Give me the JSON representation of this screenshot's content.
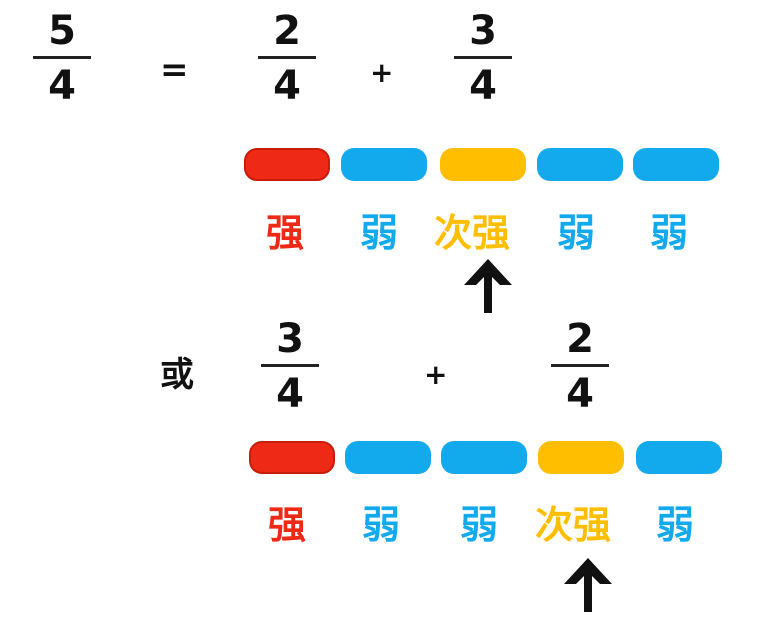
{
  "colors": {
    "strong": "#ee2a16",
    "weak": "#12aaed",
    "secondary_strong": "#ffbf00",
    "text": "#111111"
  },
  "row1": {
    "lhs": {
      "numerator": "5",
      "denominator": "4"
    },
    "equals": "=",
    "part1": {
      "numerator": "2",
      "denominator": "4"
    },
    "plus": "+",
    "part2": {
      "numerator": "3",
      "denominator": "4"
    },
    "beats": [
      {
        "type": "strong"
      },
      {
        "type": "weak"
      },
      {
        "type": "secondary_strong"
      },
      {
        "type": "weak"
      },
      {
        "type": "weak"
      }
    ],
    "labels": [
      "强",
      "弱",
      "次强",
      "弱",
      "弱"
    ]
  },
  "or_label": "或",
  "row2": {
    "part1": {
      "numerator": "3",
      "denominator": "4"
    },
    "plus": "+",
    "part2": {
      "numerator": "2",
      "denominator": "4"
    },
    "beats": [
      {
        "type": "strong"
      },
      {
        "type": "weak"
      },
      {
        "type": "weak"
      },
      {
        "type": "secondary_strong"
      },
      {
        "type": "weak"
      }
    ],
    "labels": [
      "强",
      "弱",
      "弱",
      "次强",
      "弱"
    ]
  },
  "icons": {
    "arrow": "up-arrow-icon"
  }
}
